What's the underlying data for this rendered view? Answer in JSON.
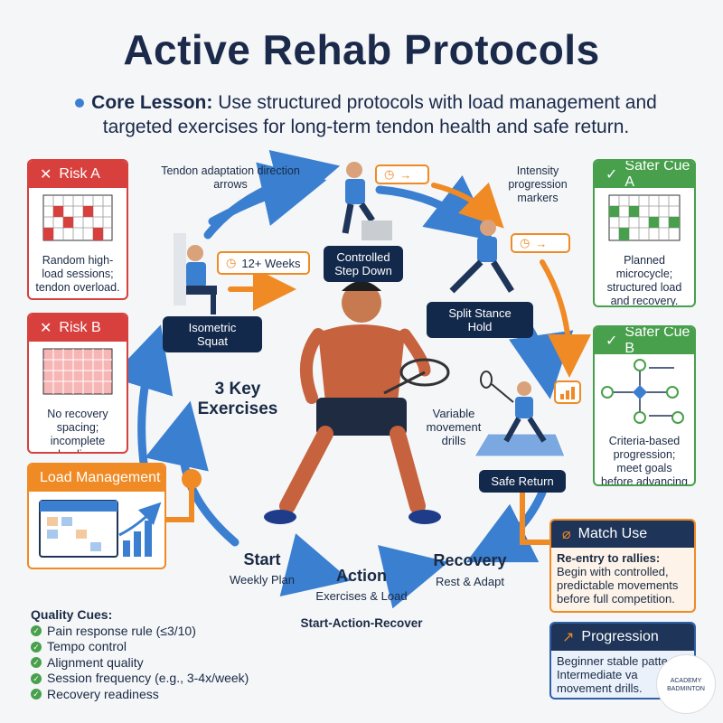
{
  "title": "Active Rehab Protocols",
  "core_lesson": {
    "label": "Core Lesson:",
    "text": "Use structured protocols with load management and targeted exercises for long-term tendon health and safe return."
  },
  "risk_a": {
    "title": "Risk A",
    "text": "Random high-load sessions; tendon overload."
  },
  "risk_b": {
    "title": "Risk B",
    "text": "No recovery spacing; incomplete healing."
  },
  "load_management": {
    "title": "Load Management"
  },
  "safer_cue_a": {
    "title": "Safer Cue A",
    "text": "Planned microcycle; structured load and recovery."
  },
  "safer_cue_b": {
    "title": "Safer Cue B",
    "text": "Criteria-based progression; meet goals before advancing"
  },
  "match_use": {
    "title": "Match Use",
    "heading": "Re-entry to rallies:",
    "text": "Begin with controlled, predictable movements before full competition."
  },
  "progression": {
    "title": "Progression",
    "text": "Beginner stable patte -> Intermediate va movement drills."
  },
  "annotations": {
    "tendon_arrows": "Tendon adaptation direction arrows",
    "intensity_markers": "Intensity progression markers",
    "weeks": "12+ Weeks",
    "key_exercises": "3 Key Exercises",
    "variable_drills": "Variable movement drills"
  },
  "exercises": {
    "isometric": "Isometric Squat",
    "step_down": "Controlled Step Down",
    "split_stance": "Split Stance Hold",
    "safe_return": "Safe Return"
  },
  "flow": {
    "start": "Start",
    "start_sub": "Weekly Plan",
    "action": "Action",
    "action_sub": "Exercises & Load",
    "recovery": "Recovery",
    "recovery_sub": "Rest & Adapt",
    "caption": "Start-Action-Recover"
  },
  "quality_cues": {
    "title": "Quality Cues:",
    "items": [
      "Pain response rule (≤3/10)",
      "Tempo control",
      "Alignment quality",
      "Session frequency (e.g., 3-4x/week)",
      "Recovery readiness"
    ]
  },
  "watermark": {
    "line1": "ACADEMY",
    "line2": "BADMINTON"
  },
  "colors": {
    "navy": "#1b2a4a",
    "blue": "#3a7fd0",
    "orange": "#f08a24",
    "red": "#d8403e",
    "green": "#48a04c"
  }
}
